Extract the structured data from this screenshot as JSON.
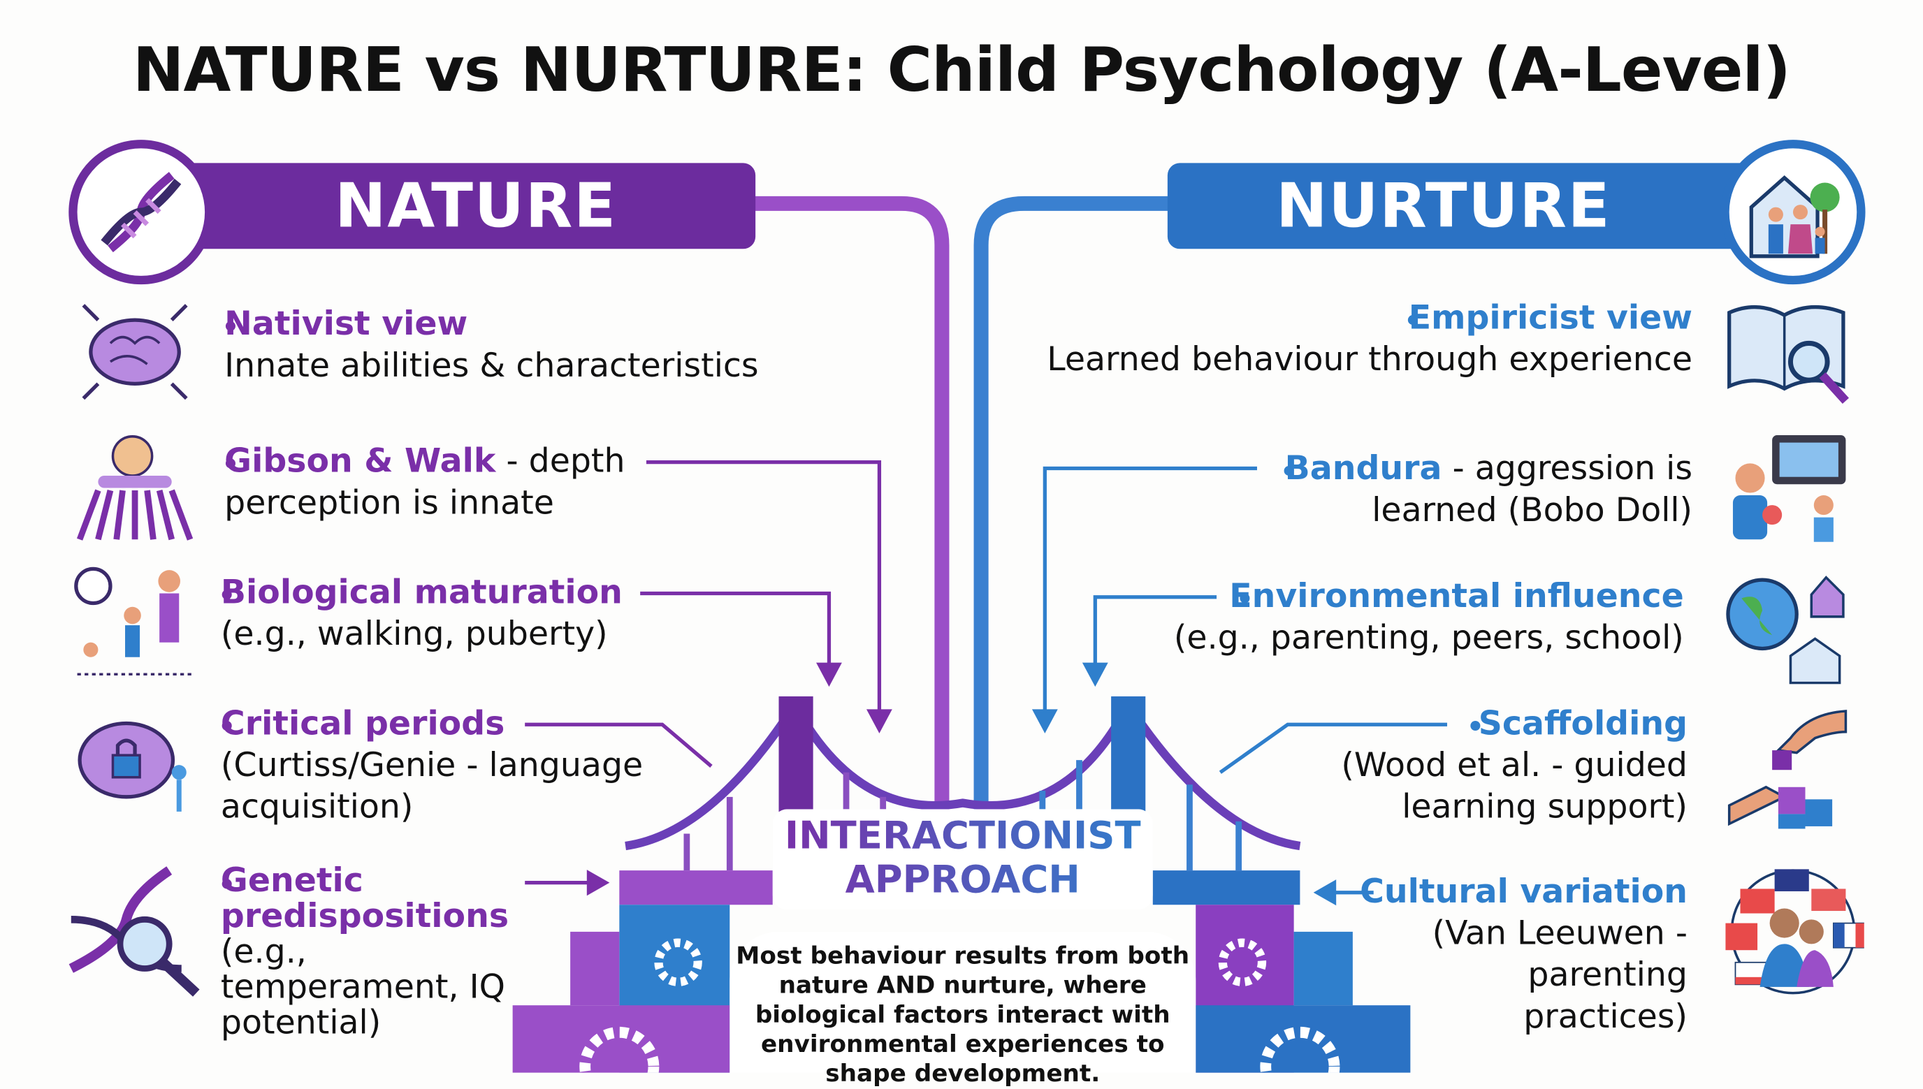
{
  "title": "NATURE vs NURTURE: Child Psychology (A-Level)",
  "colors": {
    "nature": "#6c2c9e",
    "nurture": "#2b72c4",
    "text": "#111111"
  },
  "nature": {
    "header": "NATURE",
    "icon": "dna-icon",
    "items": [
      {
        "heading": "Nativist view",
        "rest": "",
        "detail": "Innate abilities & characteristics",
        "icon": "brain-icon"
      },
      {
        "heading": "Gibson & Walk",
        "rest": " - depth",
        "detail": "perception is innate",
        "icon": "baby-visual-cliff-icon"
      },
      {
        "heading": "Biological maturation",
        "rest": "",
        "detail": "(e.g., walking, puberty)",
        "icon": "growth-clock-icon"
      },
      {
        "heading": "Critical periods",
        "rest": "",
        "detail": "(Curtiss/Genie - language acquisition)",
        "icon": "brain-lock-icon"
      },
      {
        "heading": "Genetic predispositions",
        "rest": "",
        "detail": "(e.g., temperament, IQ potential)",
        "icon": "dna-magnifier-icon"
      }
    ]
  },
  "nurture": {
    "header": "NURTURE",
    "icon": "family-house-icon",
    "items": [
      {
        "heading": "Empiricist view",
        "rest": "",
        "detail": "Learned behaviour through experience",
        "icon": "book-magnifier-icon"
      },
      {
        "heading": "Bandura",
        "rest": " - aggression is",
        "detail": "learned (Bobo Doll)",
        "icon": "tv-child-icon"
      },
      {
        "heading": "Environmental influence",
        "rest": "",
        "detail": "(e.g., parenting, peers, school)",
        "icon": "globe-school-icon"
      },
      {
        "heading": "Scaffolding",
        "rest": "",
        "detail": "(Wood et al. - guided learning support)",
        "icon": "hands-blocks-icon"
      },
      {
        "heading": "Cultural variation",
        "rest": "",
        "detail": "(Van Leeuwen - parenting practices)",
        "icon": "flags-family-icon"
      }
    ]
  },
  "center": {
    "title_line1": "INTERACTIONIST",
    "title_line2": "APPROACH",
    "description": "Most behaviour results from both nature AND nurture, where biological factors interact with environmental experiences to shape development.",
    "icon": "bridge-icon"
  }
}
